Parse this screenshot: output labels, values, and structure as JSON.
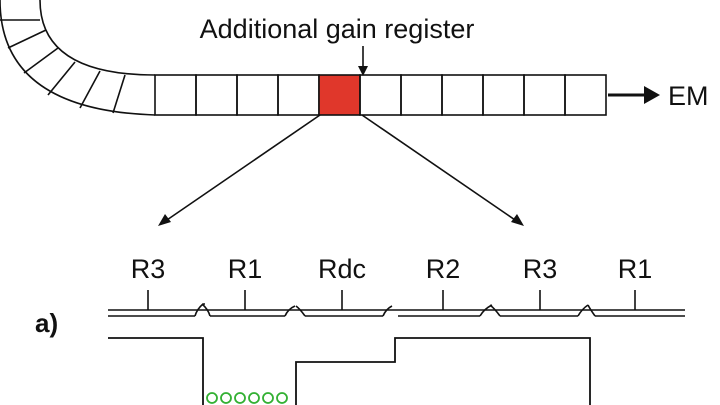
{
  "annotation": {
    "gain_register_label": "Additional gain register"
  },
  "output_label": "EM",
  "panel_label": "a)",
  "electrodes": [
    {
      "label": "R3"
    },
    {
      "label": "R1"
    },
    {
      "label": "Rdc"
    },
    {
      "label": "R2"
    },
    {
      "label": "R3"
    },
    {
      "label": "R1"
    }
  ],
  "colors": {
    "line": "#111111",
    "highlight": "#e0372b",
    "electrons": "#33b033"
  }
}
